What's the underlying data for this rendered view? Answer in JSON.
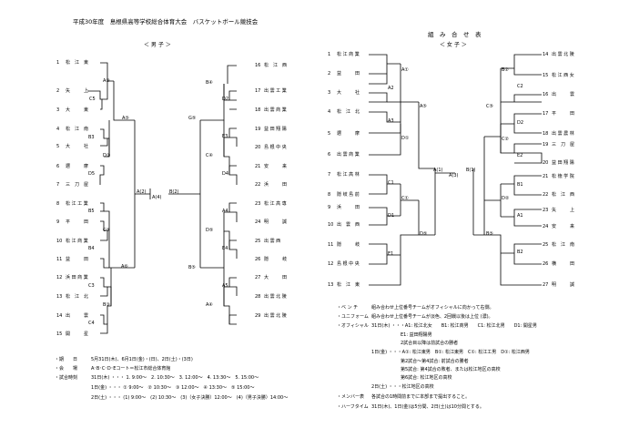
{
  "header": {
    "left_title": "平成30年度　島根県高等学校総合体育大会　バスケットボール競技会",
    "right_title": "組　み　合　せ　表",
    "boys_label": "＜ 男 子 ＞",
    "girls_label": "＜ 女 子 ＞"
  },
  "boys": {
    "left_teams": [
      {
        "no": "1",
        "name": "松　江　東"
      },
      {
        "no": "2",
        "name": "矢　　　上"
      },
      {
        "no": "3",
        "name": "大　　　東"
      },
      {
        "no": "4",
        "name": "松　江　南"
      },
      {
        "no": "5",
        "name": "大　　　社"
      },
      {
        "no": "6",
        "name": "邇　　　摩"
      },
      {
        "no": "7",
        "name": "三　刀　屋"
      },
      {
        "no": "8",
        "name": "松 江 工 業"
      },
      {
        "no": "9",
        "name": "平　　　田"
      },
      {
        "no": "10",
        "name": "松 江 商 業"
      },
      {
        "no": "11",
        "name": "益　　　田"
      },
      {
        "no": "12",
        "name": "浜 田 商 業"
      },
      {
        "no": "13",
        "name": "松　江　北"
      },
      {
        "no": "14",
        "name": "出　　　雲"
      },
      {
        "no": "15",
        "name": "開　　　星"
      }
    ],
    "right_teams": [
      {
        "no": "16",
        "name": "松　江　西"
      },
      {
        "no": "17",
        "name": "出 雲 工 業"
      },
      {
        "no": "18",
        "name": "出 雲 商 業"
      },
      {
        "no": "19",
        "name": "益 田 翔 陽"
      },
      {
        "no": "20",
        "name": "島 根 中 央"
      },
      {
        "no": "21",
        "name": "安　　　来"
      },
      {
        "no": "22",
        "name": "浜　　　田"
      },
      {
        "no": "23",
        "name": "松 江 高 専"
      },
      {
        "no": "24",
        "name": "明　　　誠"
      },
      {
        "no": "25",
        "name": "出 雲 西"
      },
      {
        "no": "26",
        "name": "隠　　　岐"
      },
      {
        "no": "27",
        "name": "大　　　田"
      },
      {
        "no": "28",
        "name": "出 雲 北 陵"
      },
      {
        "no": "29",
        "name": "出 雲 北 陵"
      }
    ],
    "game_labels": [
      "A③",
      "C5",
      "A⑤",
      "B3",
      "D③",
      "D5",
      "A⑥",
      "B5",
      "C③",
      "B4",
      "D⑤",
      "C3",
      "B③",
      "C4",
      "A(2)",
      "A(4)",
      "B(2)",
      "B④",
      "D2",
      "G⑤",
      "E3",
      "C④",
      "D4",
      "A4",
      "E4",
      "B⑤",
      "A5",
      "A④"
    ]
  },
  "girls": {
    "left_teams": [
      {
        "no": "1",
        "name": "松 江 商 業"
      },
      {
        "no": "2",
        "name": "益　　　田"
      },
      {
        "no": "3",
        "name": "大　　　社"
      },
      {
        "no": "4",
        "name": "松　江　北"
      },
      {
        "no": "5",
        "name": "邇　　　摩"
      },
      {
        "no": "6",
        "name": "出 雲 商 業"
      },
      {
        "no": "7",
        "name": "松 江 高 林"
      },
      {
        "no": "8",
        "name": "隠 岐 島 前"
      },
      {
        "no": "9",
        "name": "浜　　　田"
      },
      {
        "no": "10",
        "name": "出　雲　西"
      },
      {
        "no": "11",
        "name": "隠　　　岐"
      },
      {
        "no": "12",
        "name": "島 根 中 央"
      },
      {
        "no": "13",
        "name": "松　江　東"
      }
    ],
    "right_teams": [
      {
        "no": "14",
        "name": "出 雲 北 陵"
      },
      {
        "no": "15",
        "name": "松 江 西 女"
      },
      {
        "no": "16",
        "name": "出　　　雲"
      },
      {
        "no": "17",
        "name": "平　　　田"
      },
      {
        "no": "18",
        "name": "出 雲 農 林"
      },
      {
        "no": "19",
        "name": "三　刀　屋"
      },
      {
        "no": "20",
        "name": "益 田 翔 陽"
      },
      {
        "no": "21",
        "name": "松 徳 学 院"
      },
      {
        "no": "22",
        "name": "松　江　西"
      },
      {
        "no": "23",
        "name": "矢　　　上"
      },
      {
        "no": "24",
        "name": "安　　　来"
      },
      {
        "no": "25",
        "name": "松　江　南"
      },
      {
        "no": "26",
        "name": "横　　　田"
      },
      {
        "no": "27",
        "name": "明　　　誠"
      }
    ],
    "game_labels": [
      "A①",
      "A2",
      "A⑤",
      "A3",
      "D①",
      "C1",
      "C①",
      "D1",
      "D⑤",
      "E1",
      "A(1)",
      "A(3)",
      "B(1)",
      "B②",
      "C2",
      "C⑤",
      "D2",
      "C②",
      "E2",
      "B1",
      "A1",
      "B⑤",
      "B2",
      "D②"
    ]
  },
  "schedule": [
    {
      "label": "・期　　日",
      "text": "5月31日(木)、6月1日(金)・(日)、2日(土)・(3日)"
    },
    {
      "label": "・会　　場",
      "text": "A･B･C･D･Eコート＝松江市総合体育館"
    },
    {
      "label": "・試合時刻",
      "text": "31日(木) ・・・ 1. 9:00～　2. 10:30～　3. 12:00～　4. 13:30～　5. 15:00～"
    },
    {
      "label": "",
      "text": "1日(金) ・・・ ① 9:00～　② 10:30～　③ 12:00～　④ 13:30～　⑤ 15:00～"
    },
    {
      "label": "",
      "text": "2日(土) ・・・ (1) 9:00～　(2) 10:30～　(3)（女子決勝）12:00～　(4)（男子決勝）14:00～"
    }
  ],
  "notes": [
    {
      "label": "・ベ ン チ",
      "text": "組み合わせ上位番号チームがオフィシャルに向かって右側。"
    },
    {
      "label": "・ユニフォーム",
      "text": "組み合わせ上位番号チームが淡色、2回戦以後は上位 (濃)。"
    },
    {
      "label": "・オフィシャル",
      "text": "31日(木) ・・・A1: 松江北女　　B1: 松江商男　　C1: 松江北男　　D1: 開星男"
    },
    {
      "label": "",
      "text": "E1: 益田翔陽男"
    },
    {
      "label": "",
      "text": "2試合目以降は前試合の勝者"
    },
    {
      "label": "",
      "text": "1日(金) ・・・A①: 松江東男　B①: 松江東男　C①: 松江工男　D①: 松江西男"
    },
    {
      "label": "",
      "text": "第2試合～第4試合: 前試合の勝者"
    },
    {
      "label": "",
      "text": "第5試合: 第4試合の敗者、または松江地区の高校"
    },
    {
      "label": "",
      "text": "第6試合: 松江地区の高校"
    },
    {
      "label": "",
      "text": "2日(土) ・・・松江地区の高校"
    },
    {
      "label": "・メンバー表",
      "text": "各試合の1時間前までに本部まで提出すること。"
    },
    {
      "label": "・ハーフタイム",
      "text": "31日(木)、1日(金)は5分間、2日(土)は10分間とする。"
    }
  ]
}
